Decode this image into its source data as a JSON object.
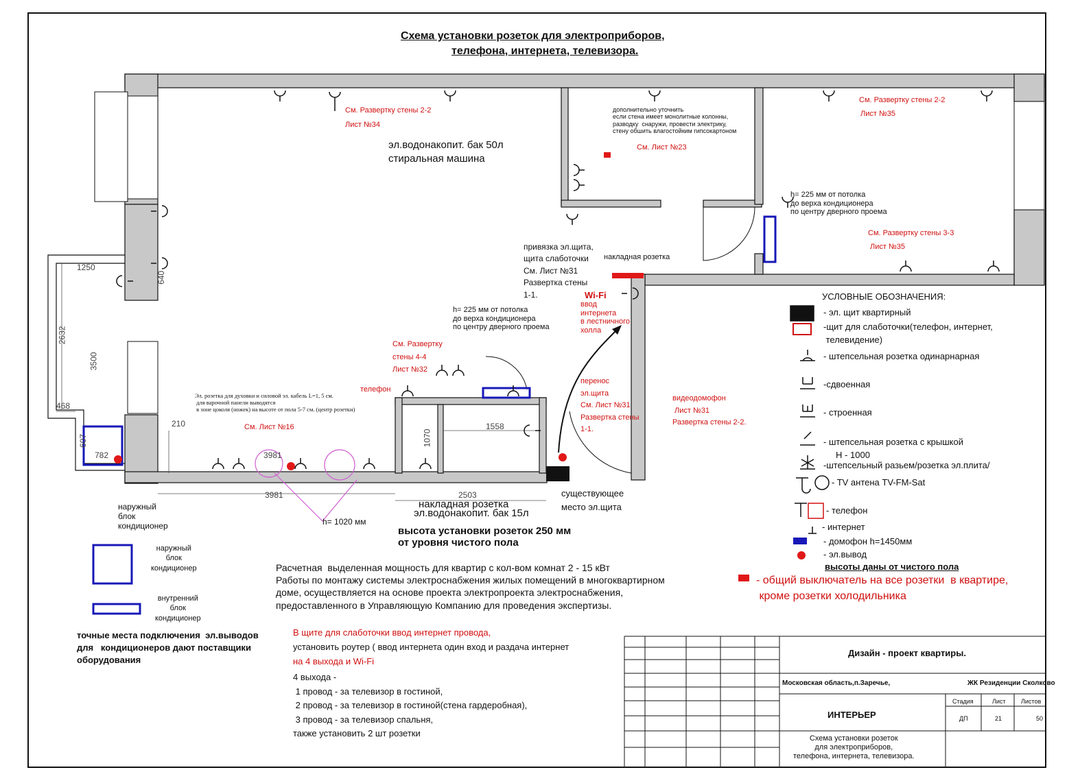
{
  "title": {
    "line1": "Схема установки розеток  для электроприборов,",
    "line2": "телефона, интернета, телевизора."
  },
  "plan_notes": {
    "sm_razv_22_l34": "См. Развертку стены 2-2",
    "list34": "Лист №34",
    "boiler50": "эл.водонакопит. бак 50л",
    "washer": "стиральная машина",
    "utochnit": "дополнительно уточнить\nесли стена имеет монолитные колонны,\nразводку  снаружи, провести электрику,\nстену обшить влагостойким гипсокартоном",
    "sm_list23": "См. Лист №23",
    "sm_razv_22_l35": "См. Развертку стены 2-2",
    "list35a": "Лист №35",
    "h225_right": "h= 225 мм от потолка\nдо верха кондиционера\nпо центру дверного проема",
    "sm_razv_33": "См. Развертку стены 3-3",
    "list35b": "Лист №35",
    "privyazka": "привязка эл.щита,\nщита слаботочки\nСм. Лист №31\nРазвертка стены\n1-1.",
    "nakladnaya_top": "накладная розетка",
    "wifi": "Wi-Fi",
    "vvod_internet": "ввод\nинтернета\nв лестничного\nхолла",
    "h225_mid": "h= 225 мм от потолка\nдо верха кондиционера\nпо центру дверного проема",
    "sm_razv_44": "См. Развертку\nстены 4-4\nЛист №32",
    "telefon_lbl": "телефон",
    "oven_note": "Эл. розетка для духовки и силовой эл. кабель L=1, 5 см.\n для варочной панели выводятся\n в зоне цоколя (ножек) на высоте от пола 5-7 см. (центр розетки)",
    "sm_list16": "См. Лист №16",
    "perenos": "перенос\nэл.щита\nСм. Лист №31\nРазвертка стены\n1-1.",
    "videodomofon": "видеодомофон\n Лист №31\nРазвертка стены 2-2.",
    "sushch": "существующее\nместо эл.щита",
    "nakladnaya_bottom": "накладная розетка",
    "boiler15": "эл.водонакопит. бак 15л",
    "h1020": "h= 1020 мм",
    "naruzh_blok_lbl": "наружный\nблок\nкондиционер",
    "vysota": "высота установки розеток 250 мм\nот уровня чистого пола"
  },
  "dimensions": {
    "d1250": "1250",
    "d640": "640",
    "d2632": "2632",
    "d3500": "3500",
    "d468": "468",
    "d782": "782",
    "d607": "607",
    "d210": "210",
    "d3981a": "3981",
    "d3981b": "3981",
    "d2503": "2503",
    "d1558": "1558",
    "d1070": "1070"
  },
  "ac_legend": {
    "outdoor": "наружный\nблок\nкондиционер",
    "indoor": "внутренний\nблок\nкондиционер",
    "suppliers": "точные места подключения  эл.выводов\nдля   кондиционеров дают поставщики\nоборудования"
  },
  "power_text": "Расчетная  выделенная мощность для квартир с кол-вом комнат 2 - 15 кВт\nРаботы по монтажу системы электроснабжения жилых помещений в многоквартирном\nдоме, осуществляется на основе проекта электропроекта электроснабжения,\nпредоставленного в Управляющую Компанию для проведения экспертизы.",
  "router": {
    "line1": "В щите для слаботочки ввод интернет провода,",
    "line2": "установить роутер ( ввод интернета один вход  и раздача интернет",
    "line3": "на 4 выхода  и Wi-Fi",
    "rest": "4 выхода -\n 1 провод - за телевизор в гостиной,\n 2 провод - за телевизор в гостиной(стена гардеробная),\n 3 провод - за телевизор спальня,\nтакже установить 2 шт розетки"
  },
  "legend": {
    "title": "УСЛОВНЫЕ ОБОЗНАЧЕНИЯ:",
    "items": [
      "- эл. щит квартирный",
      "-щит для слаботочки(телефон, интернет,\n телевидение)",
      "- штепсельная розетка одинарнарная",
      "-сдвоенная",
      "- строенная",
      "- штепсельная розетка с крышкой\n     H - 1000",
      "-штепсельный разьем/розетка эл.плита/",
      "-  TV антена TV-FM-Sat",
      "-  телефон",
      "- интернет",
      "- домофон h=1450мм",
      "- эл.вывод"
    ],
    "heights_note": "высоты даны от чистого пола",
    "switch_note": "- общий выключатель на все розетки  в квартире,\n кроме розетки холодильника"
  },
  "title_block": {
    "design": "Дизайн - проект  квартиры.",
    "location": "Московская область,п.Заречье,",
    "complex": "ЖК Резиденции Сколково",
    "stage_hdr": "Стадия",
    "sheet_hdr": "Лист",
    "sheets_hdr": "Листов",
    "section": "ИНТЕРЬЕР",
    "stage": "ДП",
    "sheet": "21",
    "sheets": "50",
    "desc": "Схема установки розеток\nдля электроприборов,\nтелефона, интернета, телевизора."
  },
  "colors": {
    "red": "#d01010",
    "blue": "#1818b8",
    "wall": "#c8c8c8"
  }
}
